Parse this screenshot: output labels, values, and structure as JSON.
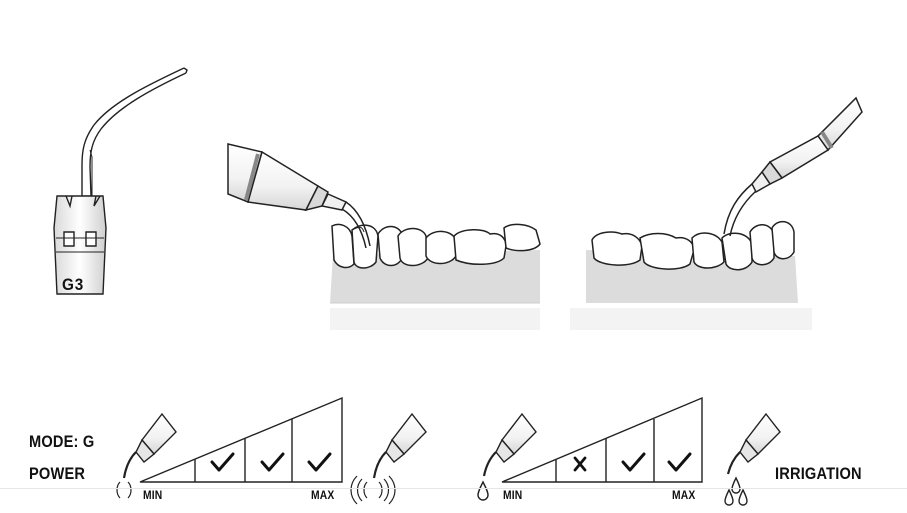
{
  "tip": {
    "code": "G3"
  },
  "mode_label": "MODE: G",
  "power": {
    "label": "POWER",
    "min_label": "MIN",
    "max_label": "MAX",
    "levels": [
      "check",
      "check",
      "check"
    ]
  },
  "irrigation": {
    "label": "IRRIGATION",
    "min_label": "MIN",
    "max_label": "MAX",
    "levels": [
      "cross",
      "check",
      "check"
    ]
  }
}
